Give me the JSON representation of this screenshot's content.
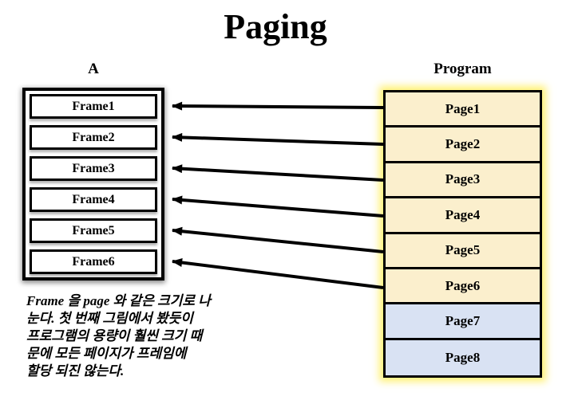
{
  "title": "Paging",
  "left_column": {
    "header": "A",
    "frames": [
      {
        "label": "Frame1"
      },
      {
        "label": "Frame2"
      },
      {
        "label": "Frame3"
      },
      {
        "label": "Frame4"
      },
      {
        "label": "Frame5"
      },
      {
        "label": "Frame6"
      }
    ]
  },
  "right_column": {
    "header": "Program",
    "pages": [
      {
        "label": "Page1",
        "group": "allocated"
      },
      {
        "label": "Page2",
        "group": "allocated"
      },
      {
        "label": "Page3",
        "group": "allocated"
      },
      {
        "label": "Page4",
        "group": "allocated"
      },
      {
        "label": "Page5",
        "group": "allocated"
      },
      {
        "label": "Page6",
        "group": "allocated"
      },
      {
        "label": "Page7",
        "group": "unallocated"
      },
      {
        "label": "Page8",
        "group": "unallocated"
      }
    ]
  },
  "arrows": [
    {
      "from": "Page1",
      "to": "Frame1"
    },
    {
      "from": "Page2",
      "to": "Frame2"
    },
    {
      "from": "Page3",
      "to": "Frame3"
    },
    {
      "from": "Page4",
      "to": "Frame4"
    },
    {
      "from": "Page5",
      "to": "Frame5"
    },
    {
      "from": "Page6",
      "to": "Frame6"
    }
  ],
  "note": {
    "lines": [
      "Frame 을 page 와 같은 크기로 나",
      "눈다. 첫 번째 그림에서 봤듯이",
      "프로그램의 용량이 훨씬 크기 때",
      "문에 모든 페이지가 프레임에",
      "할당 되진 않는다."
    ]
  },
  "colors": {
    "page_allocated": "#FBEFCD",
    "page_unallocated": "#D9E2F3",
    "frame_fill": "#FFFFFF",
    "program_glow": "#FFF176",
    "line": "#000000"
  }
}
